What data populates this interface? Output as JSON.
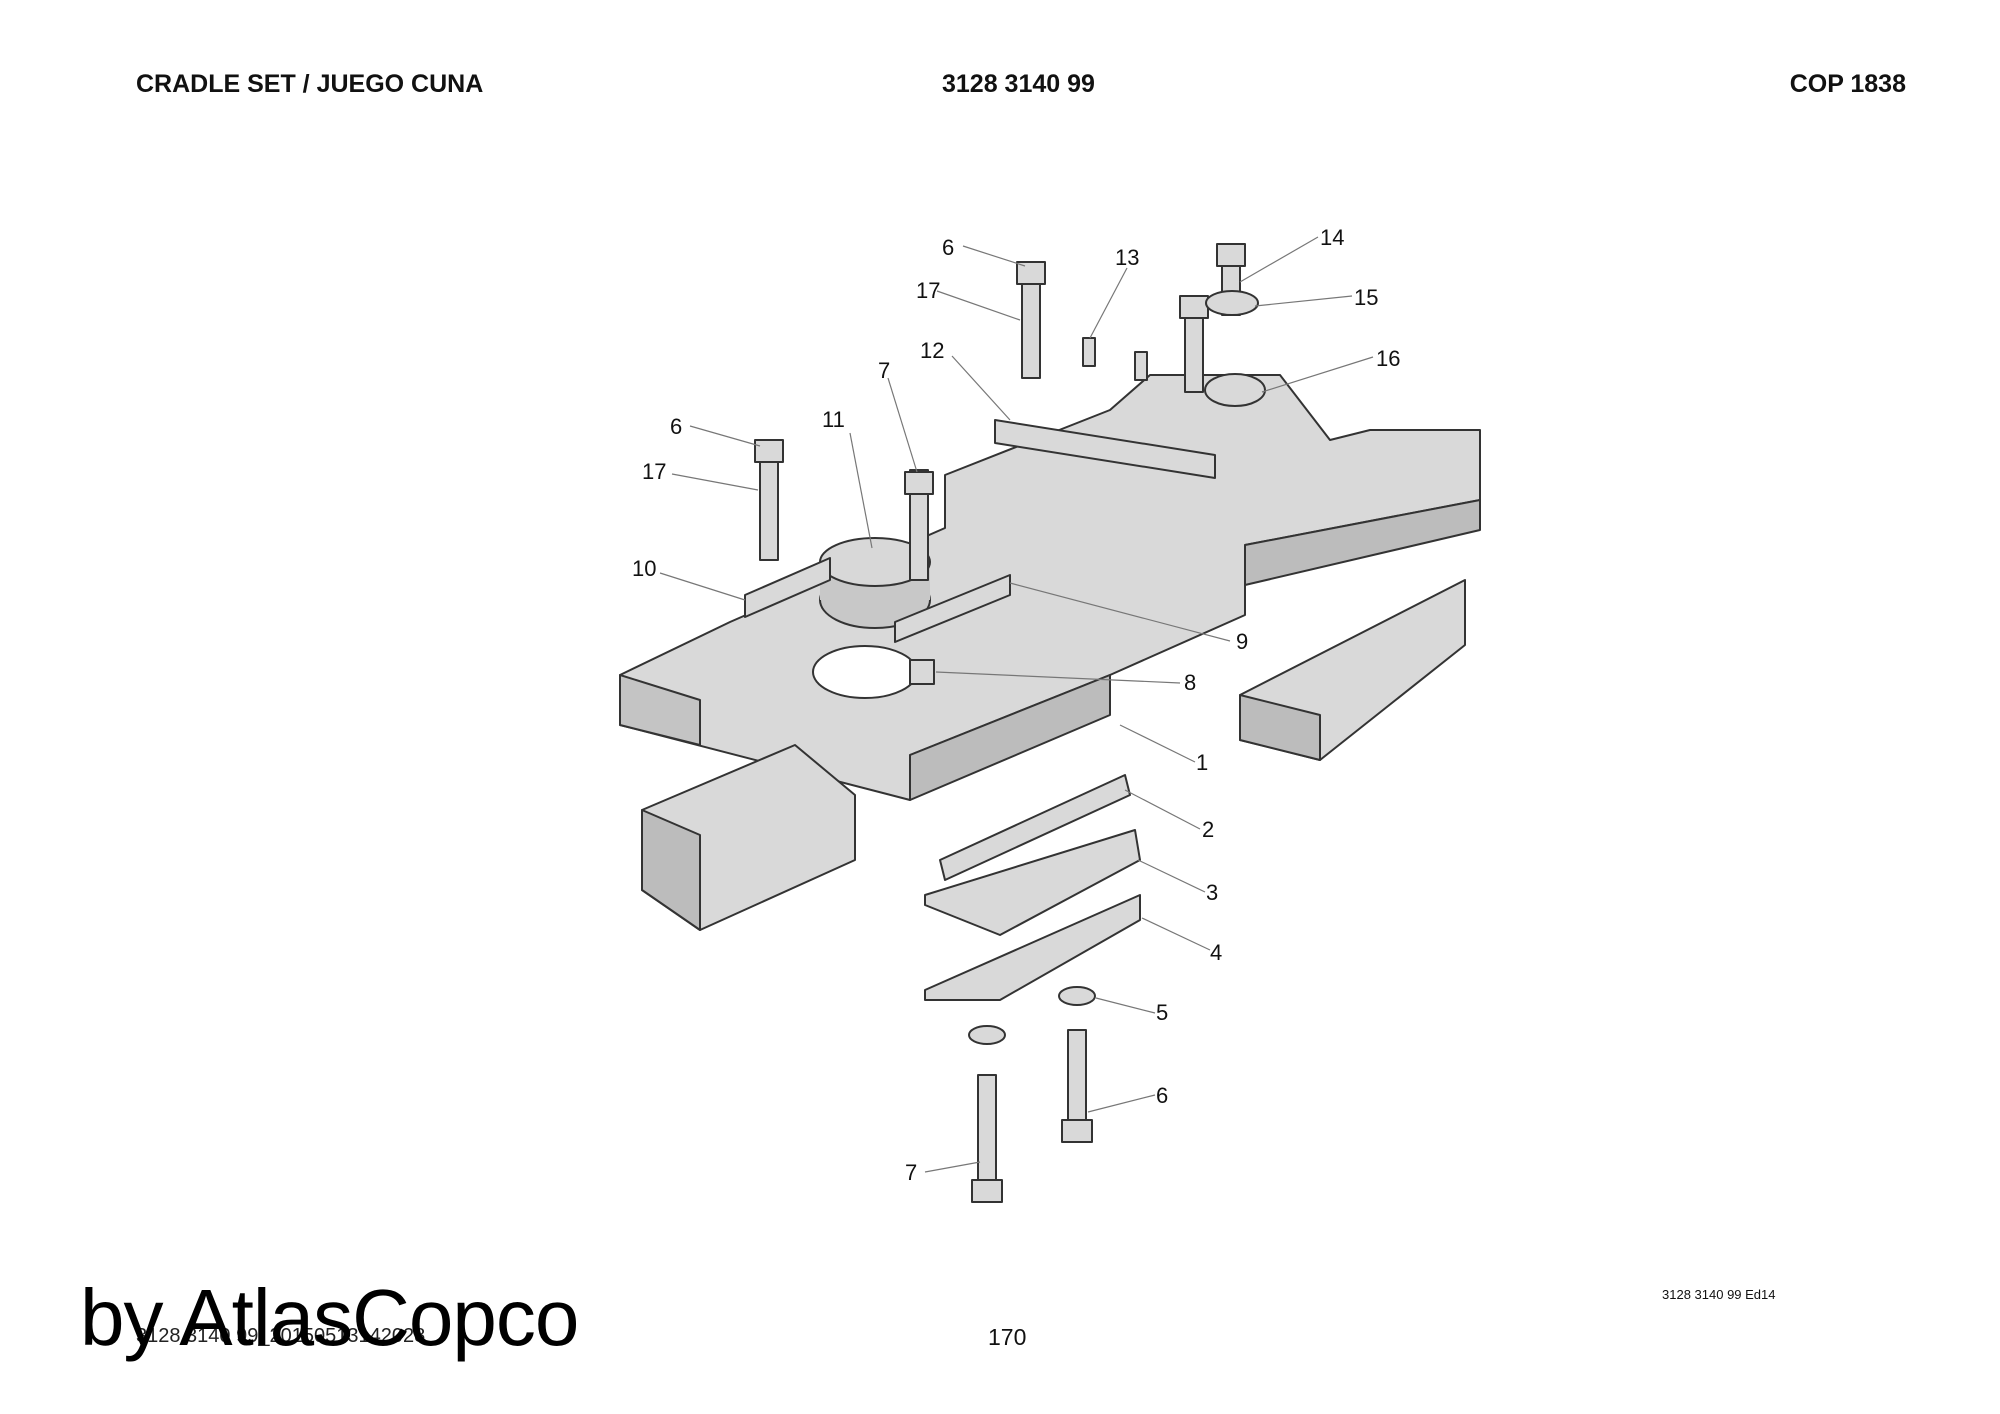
{
  "header": {
    "title": "CRADLE SET / JUEGO CUNA",
    "part_number": "3128 3140 99",
    "model": "COP 1838"
  },
  "drawing": {
    "callouts": [
      "6",
      "17",
      "13",
      "14",
      "15",
      "16",
      "12",
      "7",
      "6",
      "11",
      "17",
      "10",
      "9",
      "8",
      "1",
      "2",
      "3",
      "4",
      "5",
      "6",
      "7"
    ]
  },
  "footer": {
    "edition": "3128 3140 99 Ed14",
    "doc_id": "3128 3140 99_20150513142028",
    "page_number": "170",
    "watermark": "by AtlasCopco"
  }
}
